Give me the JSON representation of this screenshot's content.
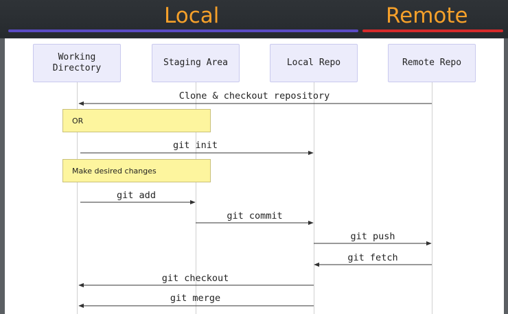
{
  "header": {
    "left_title": "Local",
    "right_title": "Remote",
    "left_bar_color": "#5a4bc4",
    "right_bar_color": "#d62a2a",
    "title_color": "#f5a02a"
  },
  "diagram": {
    "participants": [
      "Working\nDirectory",
      "Staging Area",
      "Local Repo",
      "Remote Repo"
    ],
    "notes": [
      "OR",
      "Make desired changes"
    ],
    "messages": [
      {
        "label": "Clone & checkout repository",
        "from": 3,
        "to": 0
      },
      {
        "label": "git init",
        "from": 0,
        "to": 2
      },
      {
        "label": "git add",
        "from": 0,
        "to": 1
      },
      {
        "label": "git commit",
        "from": 1,
        "to": 2
      },
      {
        "label": "git push",
        "from": 2,
        "to": 3
      },
      {
        "label": "git fetch",
        "from": 3,
        "to": 2
      },
      {
        "label": "git checkout",
        "from": 2,
        "to": 0
      },
      {
        "label": "git merge",
        "from": 2,
        "to": 0
      }
    ]
  }
}
